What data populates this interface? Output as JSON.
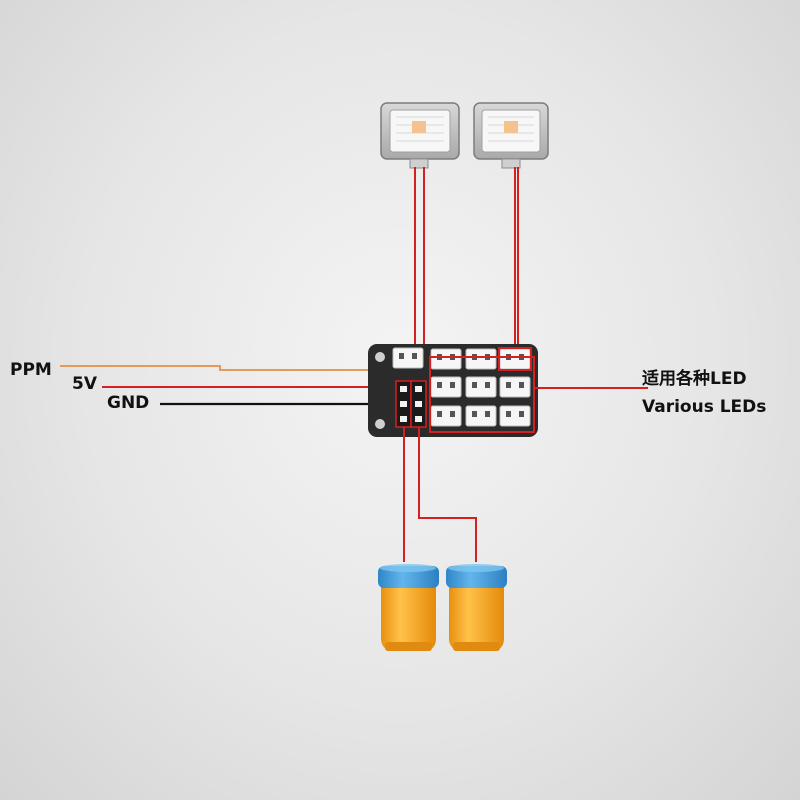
{
  "labels": {
    "ppm": "PPM",
    "v5": "5V",
    "gnd": "GND",
    "leds_zh": "适用各种LED",
    "leds_en": "Various LEDs"
  },
  "colors": {
    "ppm_wire": "#e39a5c",
    "power_wire": "#d42020",
    "gnd_wire": "#111111",
    "board": "#2b2b2b",
    "connector": "#f5f5f5",
    "highlight": "#d42020",
    "lamp_cap": "#3c97d6",
    "lamp_body": "#f5a21a"
  },
  "icons": [
    "headlight-icon",
    "headlight-icon",
    "beacon-light-icon",
    "beacon-light-icon",
    "controller-board-icon"
  ]
}
